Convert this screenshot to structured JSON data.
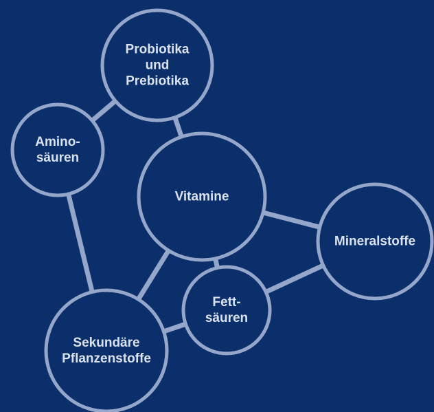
{
  "diagram": {
    "colors": {
      "background": "#0b2f6b",
      "line": "#95a6cb",
      "text": "#dbe3f3"
    },
    "nodes": [
      {
        "id": "probiotika",
        "label": [
          "Probiotika",
          "und",
          "Prebiotika"
        ]
      },
      {
        "id": "aminosaeuren",
        "label": [
          "Amino-",
          "säuren"
        ]
      },
      {
        "id": "vitamine",
        "label": [
          "Vitamine"
        ]
      },
      {
        "id": "mineralstoffe",
        "label": [
          "Mineralstoffe"
        ]
      },
      {
        "id": "fettsaeuren",
        "label": [
          "Fett-",
          "säuren"
        ]
      },
      {
        "id": "sekundaere",
        "label": [
          "Sekundäre",
          "Pflanzenstoffe"
        ]
      }
    ],
    "edges": [
      [
        "probiotika",
        "aminosaeuren"
      ],
      [
        "probiotika",
        "vitamine"
      ],
      [
        "aminosaeuren",
        "sekundaere"
      ],
      [
        "vitamine",
        "mineralstoffe"
      ],
      [
        "vitamine",
        "fettsaeuren"
      ],
      [
        "vitamine",
        "sekundaere"
      ],
      [
        "mineralstoffe",
        "fettsaeuren"
      ],
      [
        "fettsaeuren",
        "sekundaere"
      ]
    ]
  }
}
